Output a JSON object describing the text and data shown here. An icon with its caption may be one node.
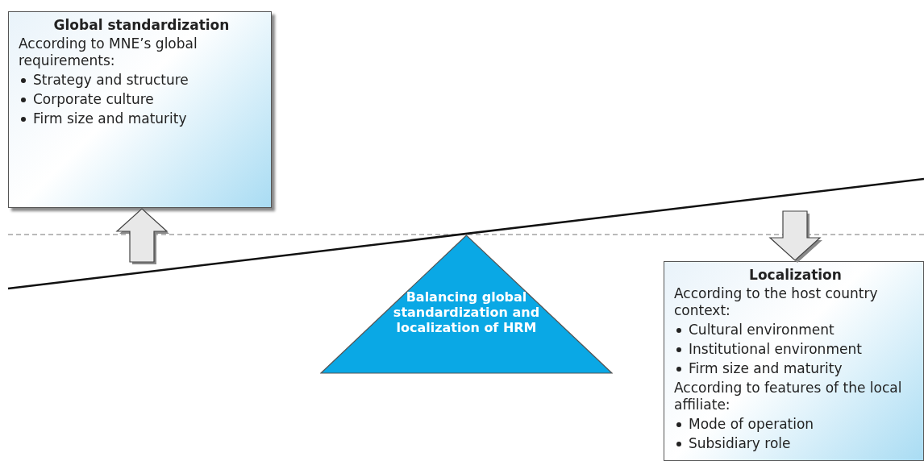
{
  "diagram": {
    "nodes": [
      {
        "text": [
          "Global standardization",
          "According to MNE’s global requirements:",
          "Strategy and structure",
          "Corporate culture",
          "Firm size and maturity"
        ]
      },
      {
        "text": [
          "Balancing global standardization and localization of HRM"
        ]
      },
      {
        "text": [
          "Localization",
          "According to the host country context:",
          "Cultural environment",
          "Institutional environment",
          "Firm size and maturity",
          "According to features of the local affiliate:",
          "Mode of operation",
          "Subsidiary role"
        ]
      }
    ],
    "edges": [
      {
        "from": null,
        "to": 0,
        "arrow": "to"
      },
      {
        "from": null,
        "to": 2,
        "arrow": "to"
      }
    ]
  }
}
